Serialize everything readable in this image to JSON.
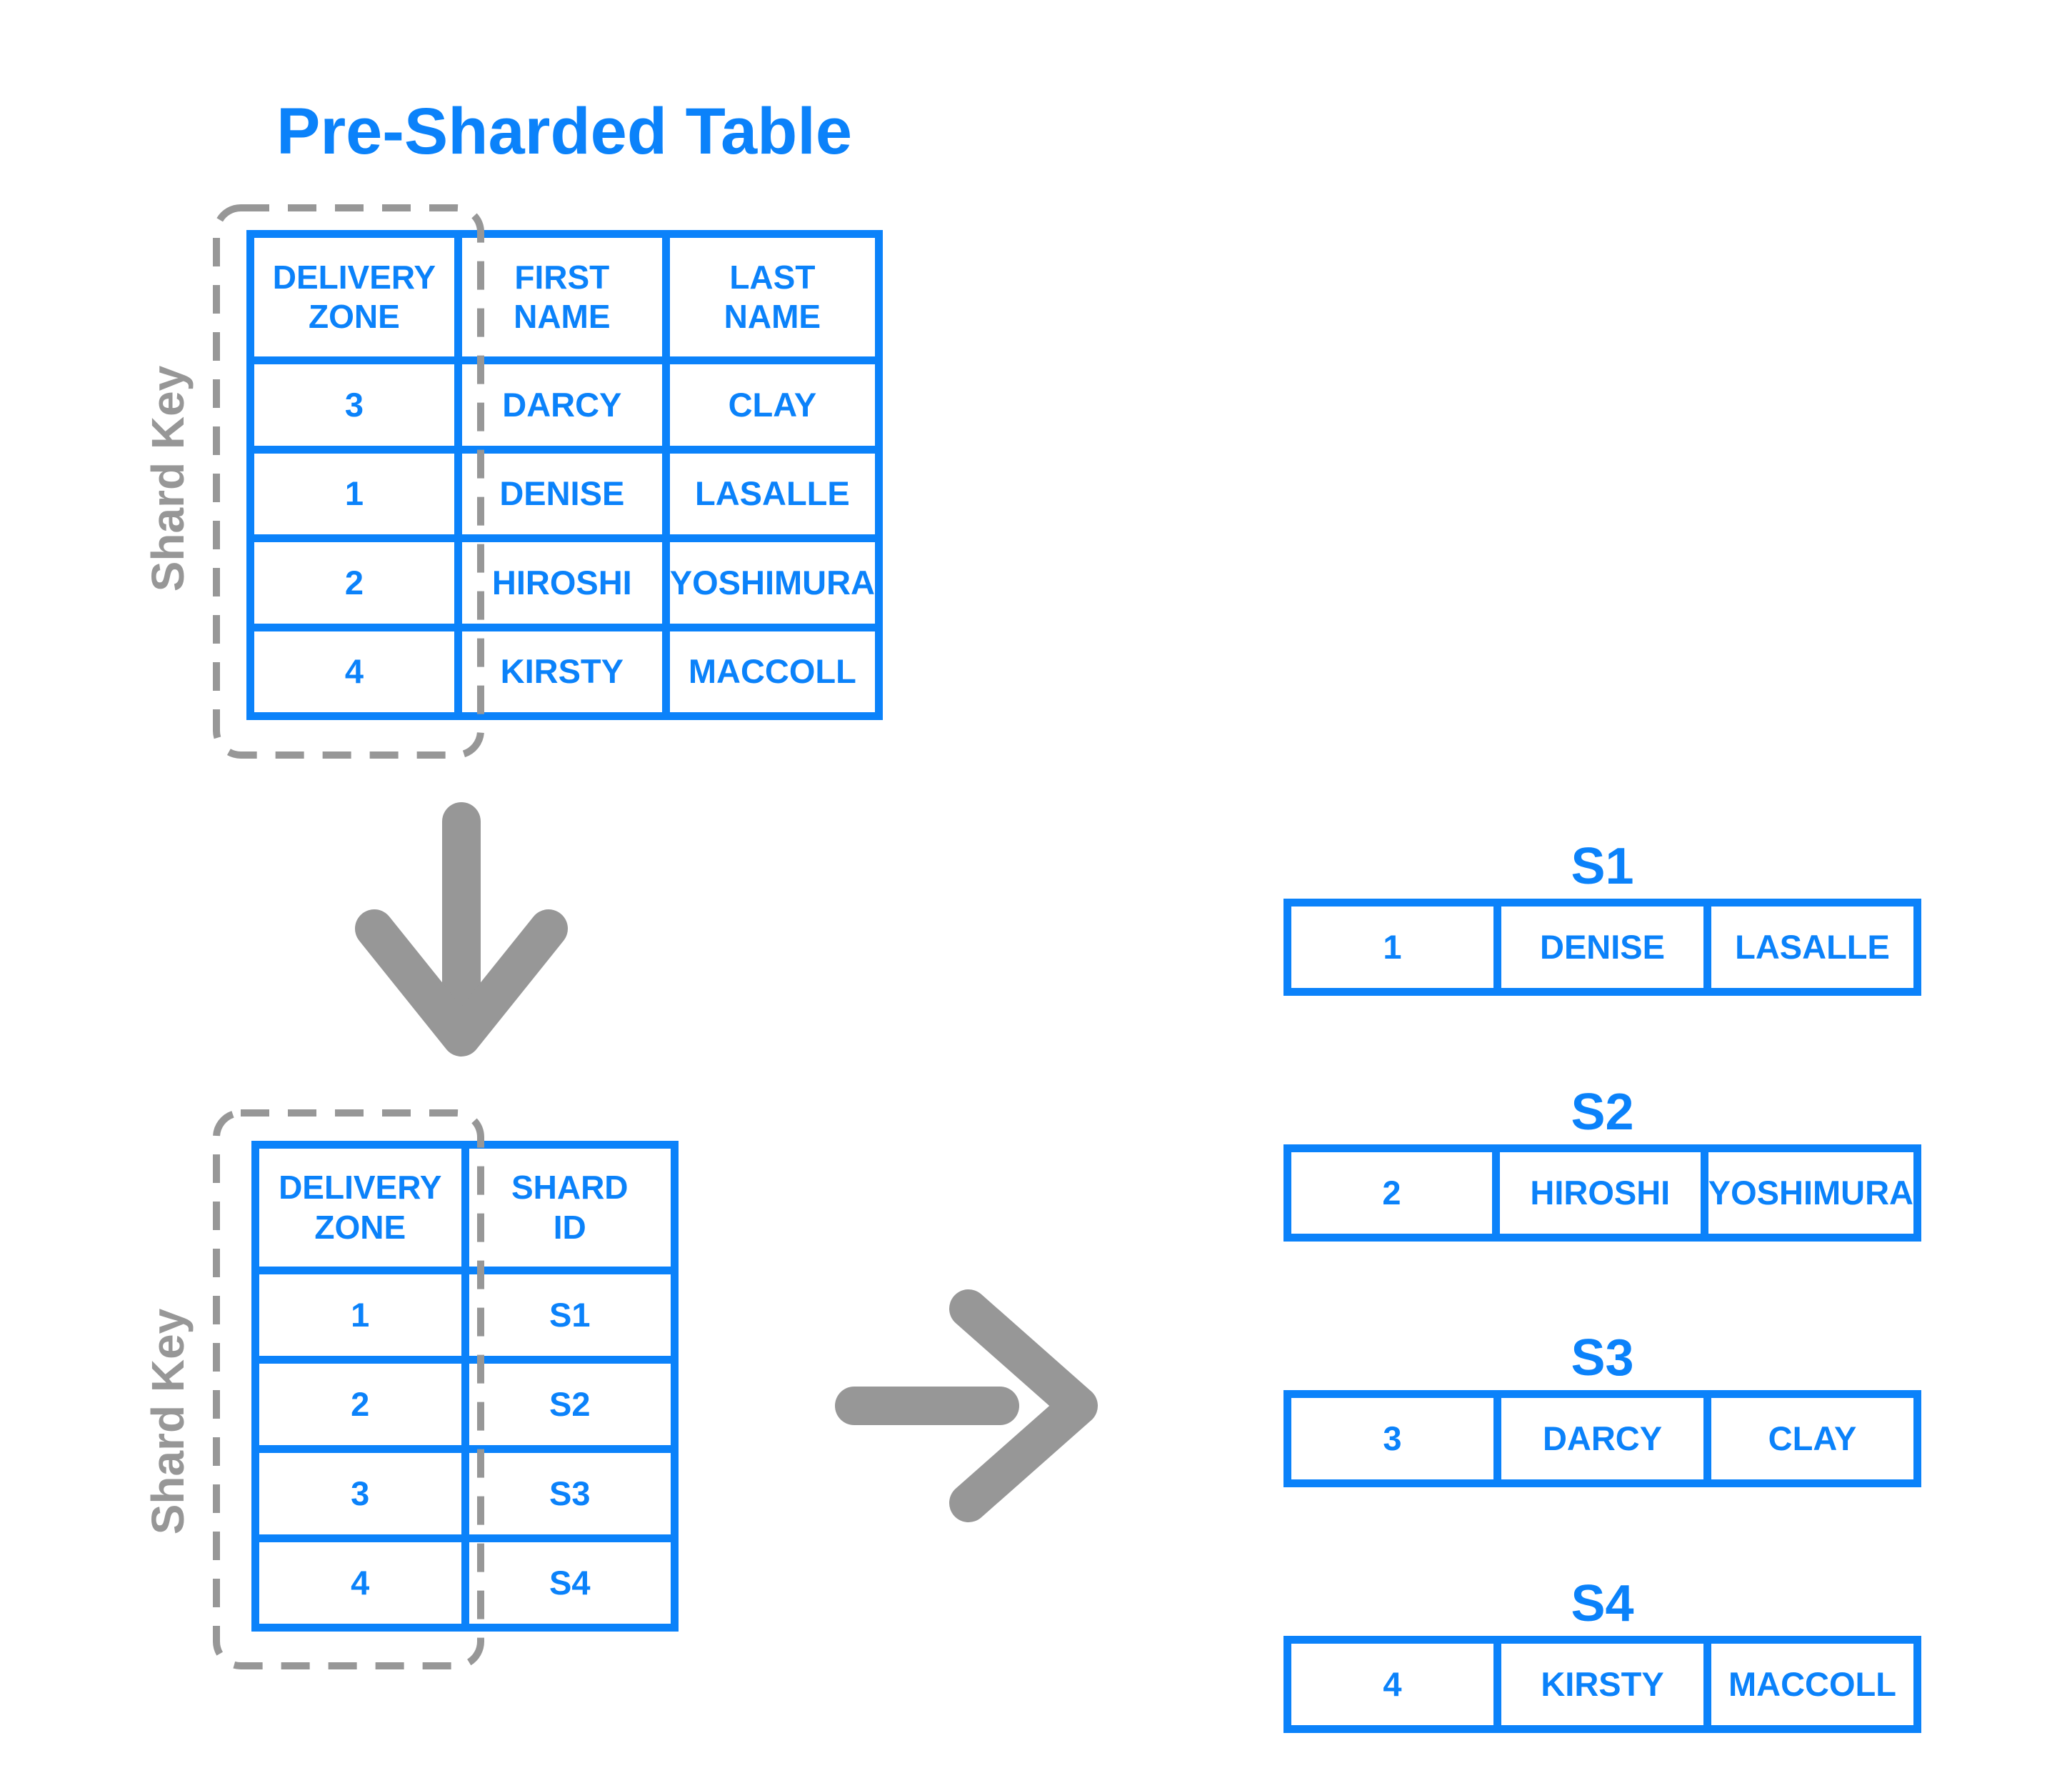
{
  "colors": {
    "accent_blue": "#0b82fa",
    "muted_gray": "#979797",
    "background": "#ffffff"
  },
  "title": "Pre-Sharded Table",
  "shard_key_label_top": "Shard Key",
  "shard_key_label_bottom": "Shard Key",
  "pre_sharded_table": {
    "headers": [
      "DELIVERY\nZONE",
      "FIRST\nNAME",
      "LAST\nNAME"
    ],
    "rows": [
      [
        "3",
        "DARCY",
        "CLAY"
      ],
      [
        "1",
        "DENISE",
        "LASALLE"
      ],
      [
        "2",
        "HIROSHI",
        "YOSHIMURA"
      ],
      [
        "4",
        "KIRSTY",
        "MACCOLL"
      ]
    ]
  },
  "mapping_table": {
    "headers": [
      "DELIVERY\nZONE",
      "SHARD\nID"
    ],
    "rows": [
      [
        "1",
        "S1"
      ],
      [
        "2",
        "S2"
      ],
      [
        "3",
        "S3"
      ],
      [
        "4",
        "S4"
      ]
    ]
  },
  "shards": [
    {
      "title": "S1",
      "row": [
        "1",
        "DENISE",
        "LASALLE"
      ]
    },
    {
      "title": "S2",
      "row": [
        "2",
        "HIROSHI",
        "YOSHIMURA"
      ]
    },
    {
      "title": "S3",
      "row": [
        "3",
        "DARCY",
        "CLAY"
      ]
    },
    {
      "title": "S4",
      "row": [
        "4",
        "KIRSTY",
        "MACCOLL"
      ]
    }
  ],
  "icons": {
    "down_arrow": "down-arrow-icon",
    "right_arrow": "right-arrow-icon",
    "shard_key_outline": "dashed rounded rectangle"
  }
}
